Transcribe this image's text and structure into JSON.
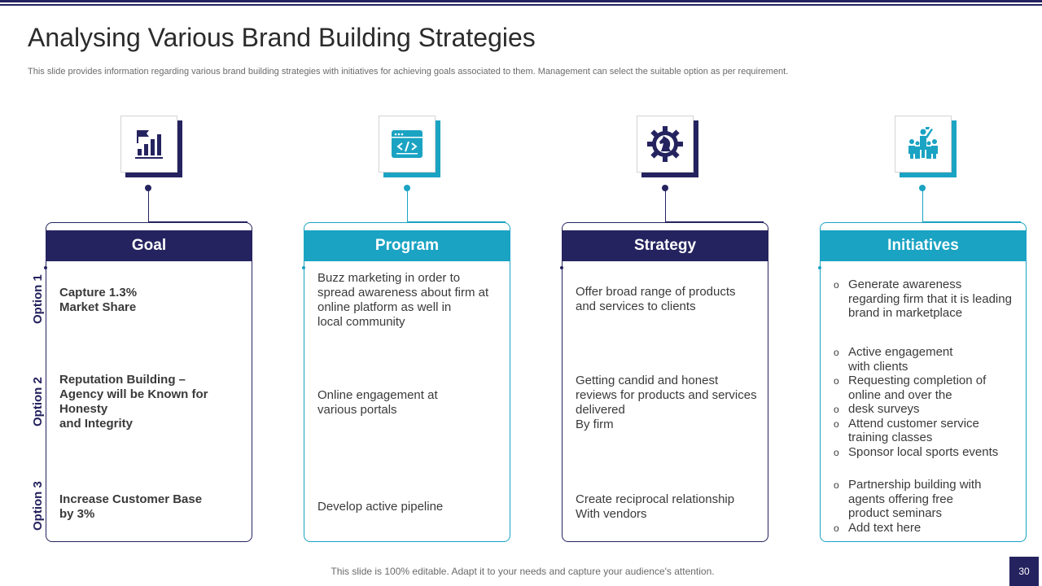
{
  "slide": {
    "title": "Analysing Various Brand Building Strategies",
    "subtitle": "This slide provides information regarding various brand building strategies with initiatives for achieving goals associated to them. Management can select the suitable option as per requirement.",
    "footer": "This slide is 100% editable. Adapt it to your needs and capture your audience's attention.",
    "page_number": "30"
  },
  "colors": {
    "navy": "#25235f",
    "teal": "#1aa3c3",
    "text": "#3a3a3a"
  },
  "options": [
    "Option 1",
    "Option 2",
    "Option 3"
  ],
  "columns": [
    {
      "header": "Goal",
      "icon": "bar-chart-flag-icon",
      "color": "#25235f",
      "cells": [
        "Capture 1.3%\nMarket Share",
        "Reputation Building –\nAgency will be Known for\nHonesty\nand Integrity",
        "Increase Customer Base\nby 3%"
      ]
    },
    {
      "header": "Program",
      "icon": "code-window-icon",
      "color": "#1aa3c3",
      "cells": [
        "Buzz marketing in order to\nspread awareness about firm at\nonline platform as well in\nlocal community",
        "Online engagement at\nvarious portals",
        "Develop active pipeline"
      ]
    },
    {
      "header": "Strategy",
      "icon": "gear-chess-knight-icon",
      "color": "#25235f",
      "cells": [
        "Offer broad range of products\nand services to clients",
        "Getting candid and honest\nreviews for products and services\ndelivered\nBy firm",
        "Create reciprocal relationship\nWith vendors"
      ]
    },
    {
      "header": "Initiatives",
      "icon": "team-leader-icon",
      "color": "#1aa3c3",
      "bullets": [
        [
          "Generate awareness\nregarding firm that it is leading\nbrand in marketplace"
        ],
        [
          "Active engagement\nwith clients",
          "Requesting completion of\nonline and over the",
          "desk surveys",
          "Attend customer service\ntraining classes",
          "Sponsor local sports events"
        ],
        [
          "Partnership building with\nagents offering free\nproduct seminars",
          "Add text here"
        ]
      ]
    }
  ]
}
